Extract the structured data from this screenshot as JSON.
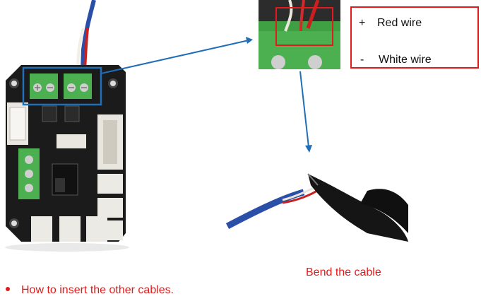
{
  "legend": {
    "plus_sign": "+",
    "plus_label": "Red wire",
    "minus_sign": "-",
    "minus_label": "White wire"
  },
  "caption": "Bend the cable",
  "bullet": "How to insert the other cables.",
  "colors": {
    "accent_red": "#e11b1b",
    "highlight_blue": "#1f6fb8",
    "terminal_green": "#4caf50",
    "board_black": "#1b1b1b"
  }
}
